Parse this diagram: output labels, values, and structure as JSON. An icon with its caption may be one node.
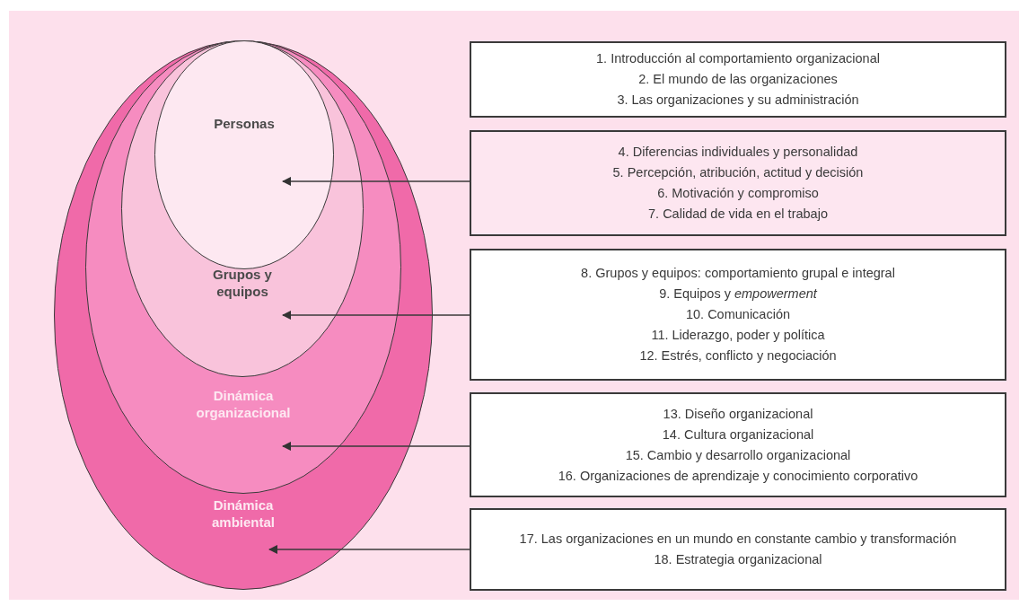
{
  "diagram": {
    "nodes": [
      {
        "text": [
          "Dinámica ambiental"
        ]
      },
      {
        "text": [
          "Dinámica organizacional"
        ],
        "in": 0
      },
      {
        "text": [
          "Grupos y equipos"
        ],
        "in": 1
      },
      {
        "text": [
          "Personas"
        ],
        "in": 2
      },
      {
        "text": [
          "1. Introducción al comportamiento organizacional",
          "2. El mundo de las organizaciones",
          "3. Las organizaciones y su administración"
        ]
      },
      {
        "text": [
          "4. Diferencias individuales y personalidad",
          "5. Percepción, atribución, actitud y decisión",
          "6. Motivación y compromiso",
          "7. Calidad de vida en el trabajo"
        ]
      },
      {
        "text": [
          "8. Grupos y equipos: comportamiento grupal e integral",
          "9. Equipos y *empowerment*",
          "10. Comunicación",
          "11. Liderazgo, poder y política",
          "12. Estrés, conflicto y negociación"
        ]
      },
      {
        "text": [
          "13. Diseño organizacional",
          "14. Cultura organizacional",
          "15. Cambio y desarrollo organizacional",
          "16. Organizaciones de aprendizaje y conocimiento corporativo"
        ]
      },
      {
        "text": [
          "17. Las organizaciones en un mundo en constante cambio y transformación",
          "18. Estrategia organizacional"
        ]
      }
    ],
    "edges": [
      {
        "from": 5,
        "to": 3,
        "arrow": "to"
      },
      {
        "from": 6,
        "to": 2,
        "arrow": "to"
      },
      {
        "from": 7,
        "to": 1,
        "arrow": "to"
      },
      {
        "from": 8,
        "to": 0,
        "arrow": "to"
      }
    ]
  }
}
